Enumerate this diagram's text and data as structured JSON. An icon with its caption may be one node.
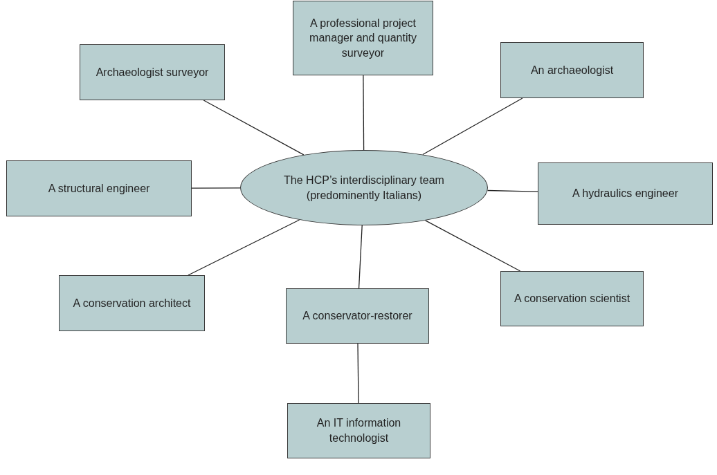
{
  "diagram": {
    "nodes": [
      {
        "text": [
          "A professional project manager and quantity surveyor"
        ]
      },
      {
        "text": [
          "Archaeologist surveyor"
        ]
      },
      {
        "text": [
          "An archaeologist"
        ]
      },
      {
        "text": [
          "A structural engineer"
        ]
      },
      {
        "text": [
          "The HCP’s interdisciplinary team (predominently Italians)"
        ]
      },
      {
        "text": [
          "A hydraulics engineer"
        ]
      },
      {
        "text": [
          "A conservation architect"
        ]
      },
      {
        "text": [
          "A conservator-restorer"
        ]
      },
      {
        "text": [
          "A conservation scientist"
        ]
      },
      {
        "text": [
          "An IT information technologist"
        ]
      }
    ],
    "edges": [
      {
        "from": 4,
        "to": 0,
        "arrow": "none"
      },
      {
        "from": 4,
        "to": 1,
        "arrow": "none"
      },
      {
        "from": 4,
        "to": 2,
        "arrow": "none"
      },
      {
        "from": 4,
        "to": 3,
        "arrow": "none"
      },
      {
        "from": 4,
        "to": 5,
        "arrow": "none"
      },
      {
        "from": 4,
        "to": 6,
        "arrow": "none"
      },
      {
        "from": 4,
        "to": 7,
        "arrow": "none"
      },
      {
        "from": 4,
        "to": 8,
        "arrow": "none"
      },
      {
        "from": 7,
        "to": 9,
        "arrow": "none"
      }
    ]
  }
}
